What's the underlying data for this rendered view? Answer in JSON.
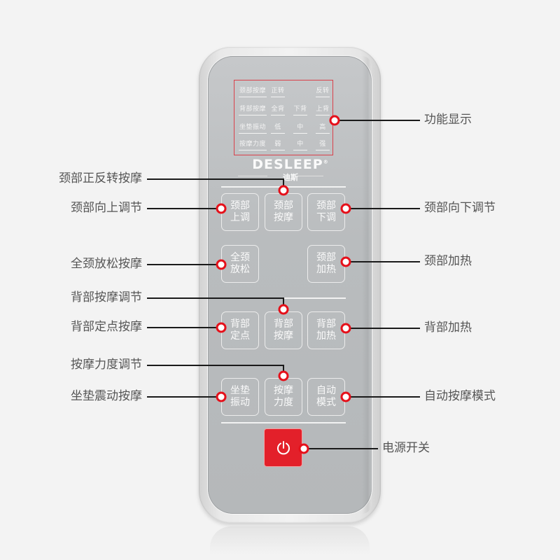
{
  "brand": {
    "logo": "DESLEEP",
    "registered": "®",
    "subtitle": "迪斯"
  },
  "colors": {
    "background": "#f3f3f3",
    "remote_face": "#b9bcbe",
    "accent_red": "#e5101a",
    "power_red": "#e3202a",
    "display_border": "#d9404a"
  },
  "display": {
    "rows": [
      {
        "label": "颈部按摩",
        "cells": [
          "正转",
          "",
          "反转"
        ]
      },
      {
        "label": "背部按摩",
        "cells": [
          "全背",
          "下背",
          "上背"
        ]
      },
      {
        "label": "坐垫振动",
        "cells": [
          "低",
          "中",
          "高"
        ]
      },
      {
        "label": "按摩力度",
        "cells": [
          "弱",
          "中",
          "强"
        ]
      }
    ]
  },
  "buttons": {
    "neck_up": {
      "line1": "颈部",
      "line2": "上调"
    },
    "neck_massage": {
      "line1": "颈部",
      "line2": "按摩"
    },
    "neck_down": {
      "line1": "颈部",
      "line2": "下调"
    },
    "full_neck": {
      "line1": "全颈",
      "line2": "放松"
    },
    "neck_heat": {
      "line1": "颈部",
      "line2": "加热"
    },
    "back_point": {
      "line1": "背部",
      "line2": "定点"
    },
    "back_massage": {
      "line1": "背部",
      "line2": "按摩"
    },
    "back_heat": {
      "line1": "背部",
      "line2": "加热"
    },
    "seat_vibe": {
      "line1": "坐垫",
      "line2": "振动"
    },
    "intensity": {
      "line1": "按摩",
      "line2": "力度"
    },
    "auto_mode": {
      "line1": "自动",
      "line2": "模式"
    },
    "power": {
      "icon": "power-icon"
    }
  },
  "callouts": {
    "left": [
      "颈部正反转按摩",
      "颈部向上调节",
      "全颈放松按摩",
      "背部按摩调节",
      "背部定点按摩",
      "按摩力度调节",
      "坐垫震动按摩"
    ],
    "right": [
      "功能显示",
      "颈部向下调节",
      "颈部加热",
      "背部加热",
      "自动按摩模式",
      "电源开关"
    ]
  }
}
